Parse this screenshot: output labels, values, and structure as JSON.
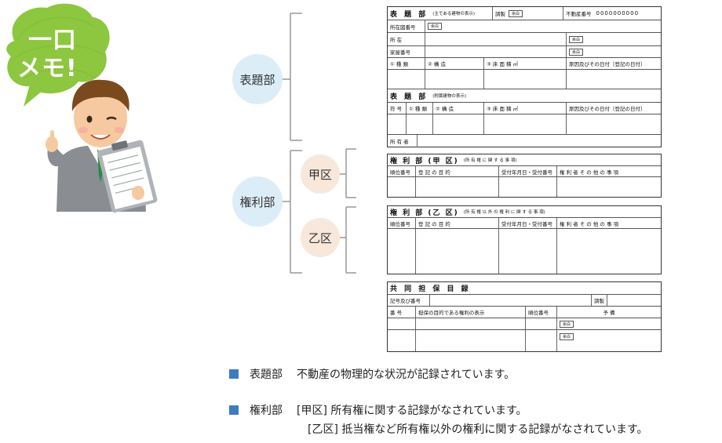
{
  "bubble": {
    "line1": "一口",
    "line2": "メモ!"
  },
  "nodes": {
    "hyodai": "表題部",
    "kenri": "権利部",
    "kou": "甲区",
    "otsu": "乙区"
  },
  "form_hyodai": {
    "title": "表 題 部",
    "title_sub": "(主である建物の表示)",
    "chozu": "調製",
    "fudosan_label": "不動産番号",
    "fudosan_no": "0000000000",
    "yohaku": "余白",
    "shozaizu": "所在図番号",
    "shozai": "所 在",
    "kaoku": "家屋番号",
    "shurui": "① 種 類",
    "kozo": "② 構 造",
    "yukamenseki": "③ 床 面 積 ㎡",
    "genin": "原因及びその日付〔登記の日付〕",
    "fuzoku_title": "表 題 部",
    "fuzoku_sub": "(附属建物の表示)",
    "fugo": "符 号",
    "shoyusha": "所 有 者"
  },
  "form_kou": {
    "title": "権 利 部 (甲 区)",
    "title_sub": "(所 有 権 に 関 す る 事 項)",
    "juni": "順位番号",
    "mokuteki": "登 記 の 目 的",
    "uketsuke": "受付年月日・受付番号",
    "kenrisha": "権 利 者 そ の 他 の 事 項"
  },
  "form_otsu": {
    "title": "権 利 部 (乙 区)",
    "title_sub": "(所 有 権 以 外 の 権 利 に 関 す る 事 項)",
    "juni": "順位番号",
    "mokuteki": "登 記 の 目 的",
    "uketsuke": "受付年月日・受付番号",
    "kenrisha": "権 利 者 そ の 他 の 事 項"
  },
  "form_kyodo": {
    "title": "共 同 担 保 目 録",
    "kigo": "記号及び番号",
    "chosei": "調製",
    "bango": "番 号",
    "tanpo": "担保の目的である権利の表示",
    "juni": "順位番号",
    "yobi": "予 備",
    "yohaku": "余白"
  },
  "legend": {
    "hyodai_term": "表題部",
    "hyodai_desc": "不動産の物理的な状況が記録されています。",
    "kenri_term": "権利部",
    "kou_desc": "[甲区] 所有権に関する記録がなされています。",
    "otsu_desc": "[乙区] 抵当権など所有権以外の権利に関する記録がなされています。"
  },
  "colors": {
    "bubble": "#8dc63f",
    "blue_circle": "#dcedf8",
    "peach_circle": "#f8e8dc",
    "legend_square": "#3d7bc6"
  }
}
